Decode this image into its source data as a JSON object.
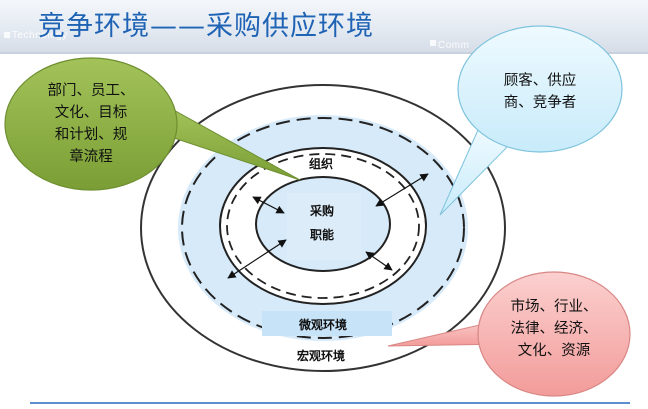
{
  "title": "竞争环境——采购供应环境",
  "header_deco": {
    "left": "Technology",
    "right": "Comm"
  },
  "diagram": {
    "core_lines": [
      "采购",
      "职能"
    ],
    "organization": "组织",
    "micro_environment": "微观环境",
    "macro_environment": "宏观环境"
  },
  "callouts": {
    "internal": [
      "部门、员工、",
      "文化、目标",
      "和计划、规",
      "章流程"
    ],
    "micro": [
      "顾客、供应",
      "商、竞争者"
    ],
    "macro": [
      "市场、行业、",
      "法律、经济、",
      "文化、资源"
    ]
  },
  "colors": {
    "title": "#1f63b5",
    "ring_fill": "#d7eaf9",
    "callout_green": "#8aae45",
    "callout_blue": "#d8f1fb",
    "callout_red": "#f6b0ae"
  }
}
